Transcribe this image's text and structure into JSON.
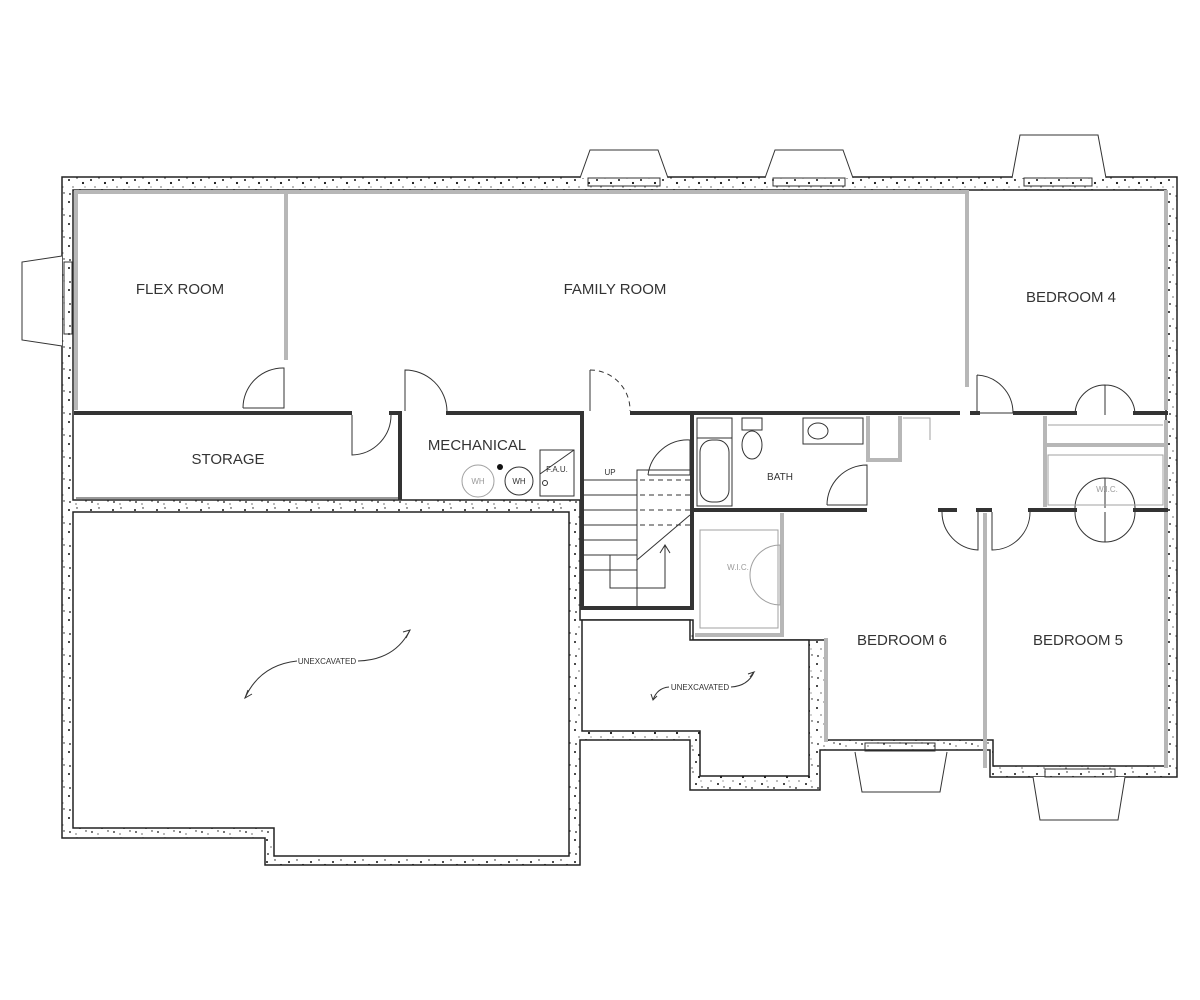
{
  "rooms": {
    "flex_room": "FLEX ROOM",
    "family_room": "FAMILY ROOM",
    "bedroom_4": "BEDROOM 4",
    "storage": "STORAGE",
    "mechanical": "MECHANICAL",
    "bath": "BATH",
    "bedroom_6": "BEDROOM 6",
    "bedroom_5": "BEDROOM 5"
  },
  "fixtures": {
    "fau": "F.A.U.",
    "wh_existing": "WH",
    "wh_ghost": "WH",
    "wic_hall": "W.I.C.",
    "wic_bedroom_6": "W.I.C.",
    "stair_up": "UP"
  },
  "notes": {
    "unexcavated_main": "UNEXCAVATED",
    "unexcavated_small": "UNEXCAVATED"
  }
}
